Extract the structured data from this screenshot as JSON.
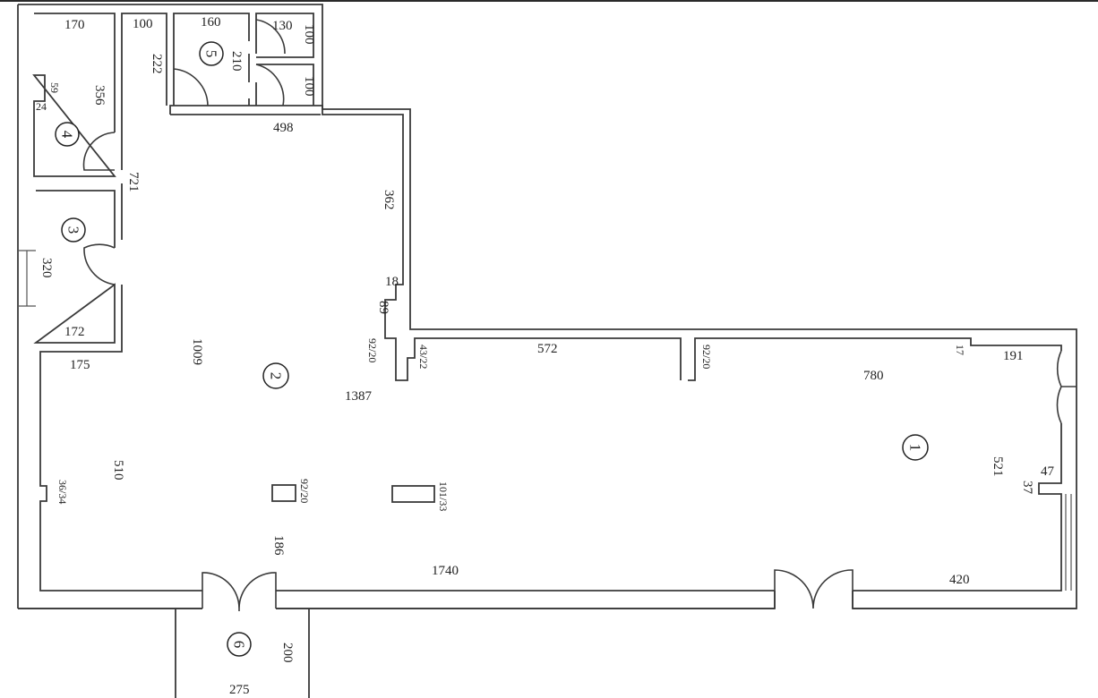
{
  "diagram": {
    "type": "floor-plan",
    "colors": {
      "line": "#3a3a3a",
      "text": "#222222",
      "background": "#ffffff"
    },
    "rooms": [
      {
        "id": "1",
        "label": "1"
      },
      {
        "id": "2",
        "label": "2"
      },
      {
        "id": "3",
        "label": "3"
      },
      {
        "id": "4",
        "label": "4"
      },
      {
        "id": "5",
        "label": "5"
      },
      {
        "id": "6",
        "label": "6"
      }
    ],
    "dimensions": {
      "room4_top": "170",
      "corridor_top": "100",
      "room5_top": "160",
      "wc_top": "130",
      "wc1_side": "100",
      "wc2_side": "100",
      "room5_side": "210",
      "corridor_side": "222",
      "room4_niche_a": "59",
      "room4_niche_b": "24",
      "room4_side": "356",
      "upper_wall": "498",
      "corridor_len": "721",
      "room2_upper_side": "362",
      "room3_side": "320",
      "room3_bottom": "172",
      "step_18": "18",
      "step_89": "89",
      "column_left": "92/20",
      "column_right": "43/22",
      "room1_top": "572",
      "column_mid": "92/20",
      "room1_offset": "17",
      "room1_right_top": "191",
      "room1_depth": "780",
      "room2_top_left": "175",
      "room2_height": "1009",
      "room2_width": "1387",
      "room2_side": "510",
      "niche_left": "36/34",
      "pillar_a": "92/20",
      "pillar_b": "101/33",
      "room1_side": "521",
      "niche_right_a": "47",
      "niche_right_b": "37",
      "entrance_depth": "186",
      "bottom_wall": "1740",
      "bottom_right": "420",
      "vestibule_side": "200",
      "vestibule_width": "275"
    }
  }
}
